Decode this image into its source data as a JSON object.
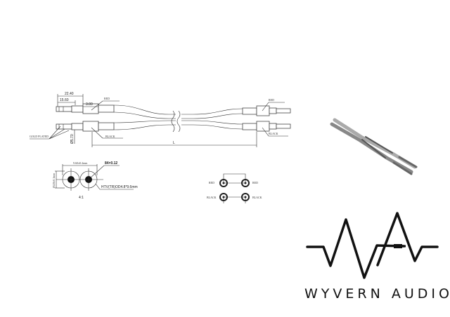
{
  "drawing": {
    "dim_overall": "22.40",
    "dim_pin": "15.60",
    "dim_ferrule": "3.00",
    "dim_diameter": "Ø5.70",
    "dim_length": "L",
    "label_red": "RED",
    "label_black": "BLACK",
    "label_gold": "GOLD PLATED"
  },
  "section": {
    "dim_width": "9.60±0.2mm",
    "dim_height": "Ø4.8±0.1mm",
    "conductor": "84×0.12",
    "jacket": "HTV(TR)OD4.8*9.6mm",
    "scale": "4:1"
  },
  "wiring": {
    "left_top": "RED",
    "right_top": "RED",
    "left_bottom": "BLACK",
    "right_bottom": "BLACK"
  },
  "logo": {
    "text": "WYVERN AUDIO"
  }
}
